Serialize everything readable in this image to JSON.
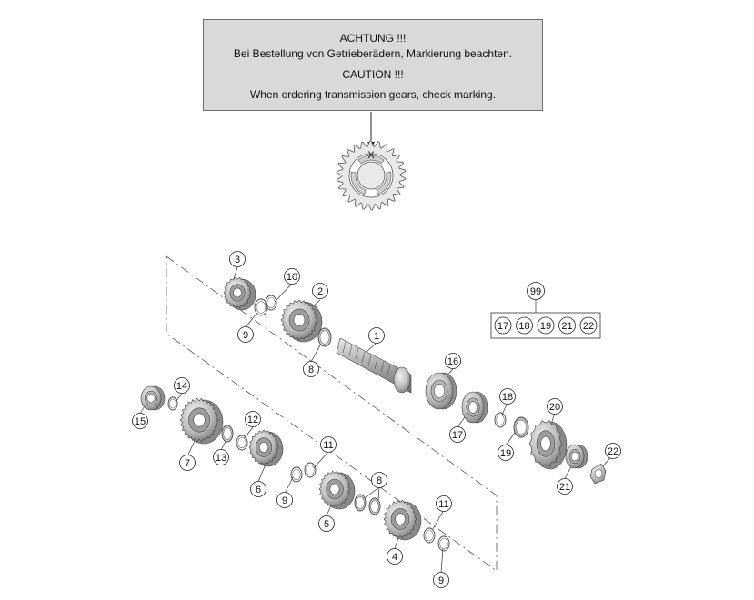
{
  "notice": {
    "title_de": "ACHTUNG !!!",
    "text_de": "Bei Bestellung von Getrieberädern, Markierung beachten.",
    "title_en": "CAUTION !!!",
    "text_en": "When ordering transmission gears, check marking."
  },
  "gear_marking": "X",
  "kit": {
    "number": "99",
    "contents": [
      "17",
      "18",
      "19",
      "21",
      "22"
    ]
  },
  "callouts": [
    "3",
    "10",
    "2",
    "9",
    "1",
    "8",
    "16",
    "14",
    "15",
    "12",
    "7",
    "13",
    "11",
    "6",
    "9",
    "18",
    "17",
    "19",
    "20",
    "22",
    "21",
    "8",
    "5",
    "11",
    "4",
    "9"
  ]
}
